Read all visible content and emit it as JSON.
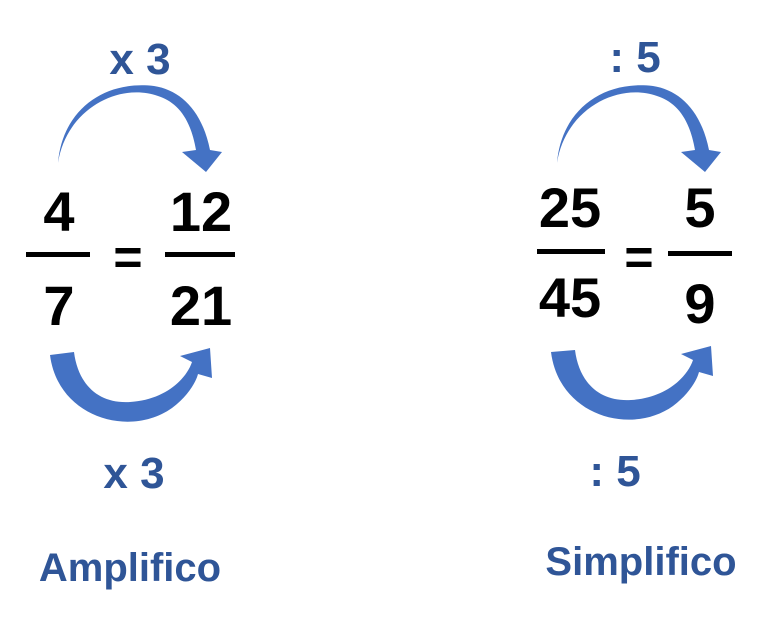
{
  "colors": {
    "accent": "#2F5597",
    "arrow_fill": "#4472C4",
    "text": "#000000"
  },
  "amplify": {
    "top_operation": "x 3",
    "bottom_operation": "x 3",
    "left_fraction": {
      "numerator": "4",
      "denominator": "7"
    },
    "equals": "=",
    "right_fraction": {
      "numerator": "12",
      "denominator": "21"
    },
    "caption": "Amplifico"
  },
  "simplify": {
    "top_operation": ": 5",
    "bottom_operation": ": 5",
    "left_fraction": {
      "numerator": "25",
      "denominator": "45"
    },
    "equals": "=",
    "right_fraction": {
      "numerator": "5",
      "denominator": "9"
    },
    "caption": "Simplifico"
  }
}
